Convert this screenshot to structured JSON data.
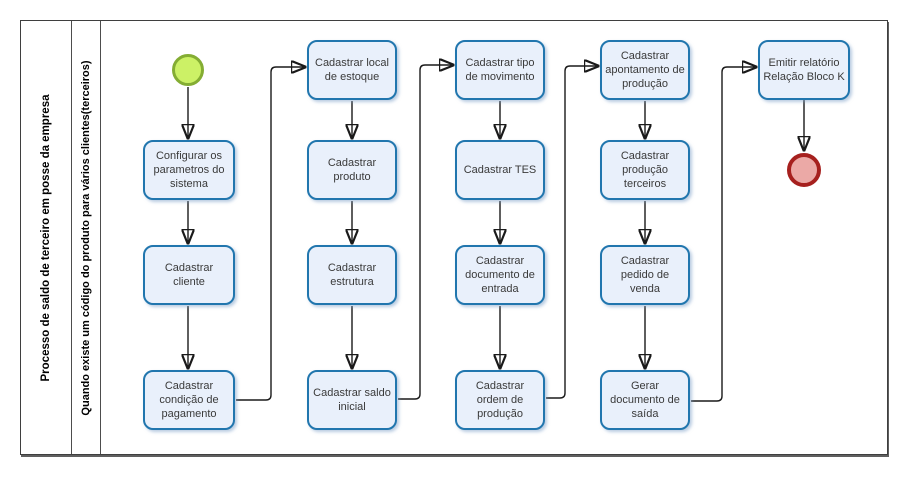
{
  "pool": {
    "label": "Processo de saldo de terceiro em posse da empresa",
    "lane_label": "Quando existe um código do produto para vários clientes(terceiros)"
  },
  "tasks": [
    {
      "id": "configurar-parametros",
      "label": "Configurar os parametros do sistema"
    },
    {
      "id": "cadastrar-cliente",
      "label": "Cadastrar cliente"
    },
    {
      "id": "cadastrar-condicao-pagamento",
      "label": "Cadastrar condição de pagamento"
    },
    {
      "id": "cadastrar-local-estoque",
      "label": "Cadastrar local de estoque"
    },
    {
      "id": "cadastrar-produto",
      "label": "Cadastrar produto"
    },
    {
      "id": "cadastrar-estrutura",
      "label": "Cadastrar estrutura"
    },
    {
      "id": "cadastrar-saldo-inicial",
      "label": "Cadastrar saldo inicial"
    },
    {
      "id": "cadastrar-tipo-movimento",
      "label": "Cadastrar tipo de movimento"
    },
    {
      "id": "cadastrar-tes",
      "label": "Cadastrar TES"
    },
    {
      "id": "cadastrar-documento-entrada",
      "label": "Cadastrar documento de entrada"
    },
    {
      "id": "cadastrar-ordem-producao",
      "label": "Cadastrar ordem de produção"
    },
    {
      "id": "cadastrar-apontamento-producao",
      "label": "Cadastrar apontamento de produção"
    },
    {
      "id": "cadastrar-producao-terceiros",
      "label": "Cadastrar produção terceiros"
    },
    {
      "id": "cadastrar-pedido-venda",
      "label": "Cadastrar pedido de venda"
    },
    {
      "id": "gerar-documento-saida",
      "label": "Gerar documento de saída"
    },
    {
      "id": "emitir-relatorio-bloco-k",
      "label": "Emitir relatório Relação Bloco K"
    }
  ],
  "events": {
    "start_label": "start-event",
    "end_label": "end-event"
  },
  "colors": {
    "task_fill": "#e9f0fb",
    "task_border": "#2176ae",
    "start_fill": "#ccf166",
    "start_border": "#84ad33",
    "end_fill": "#eba9a6",
    "end_border": "#a6201e",
    "connector": "#1a1a1a",
    "frame_border": "#3f3f3f"
  }
}
